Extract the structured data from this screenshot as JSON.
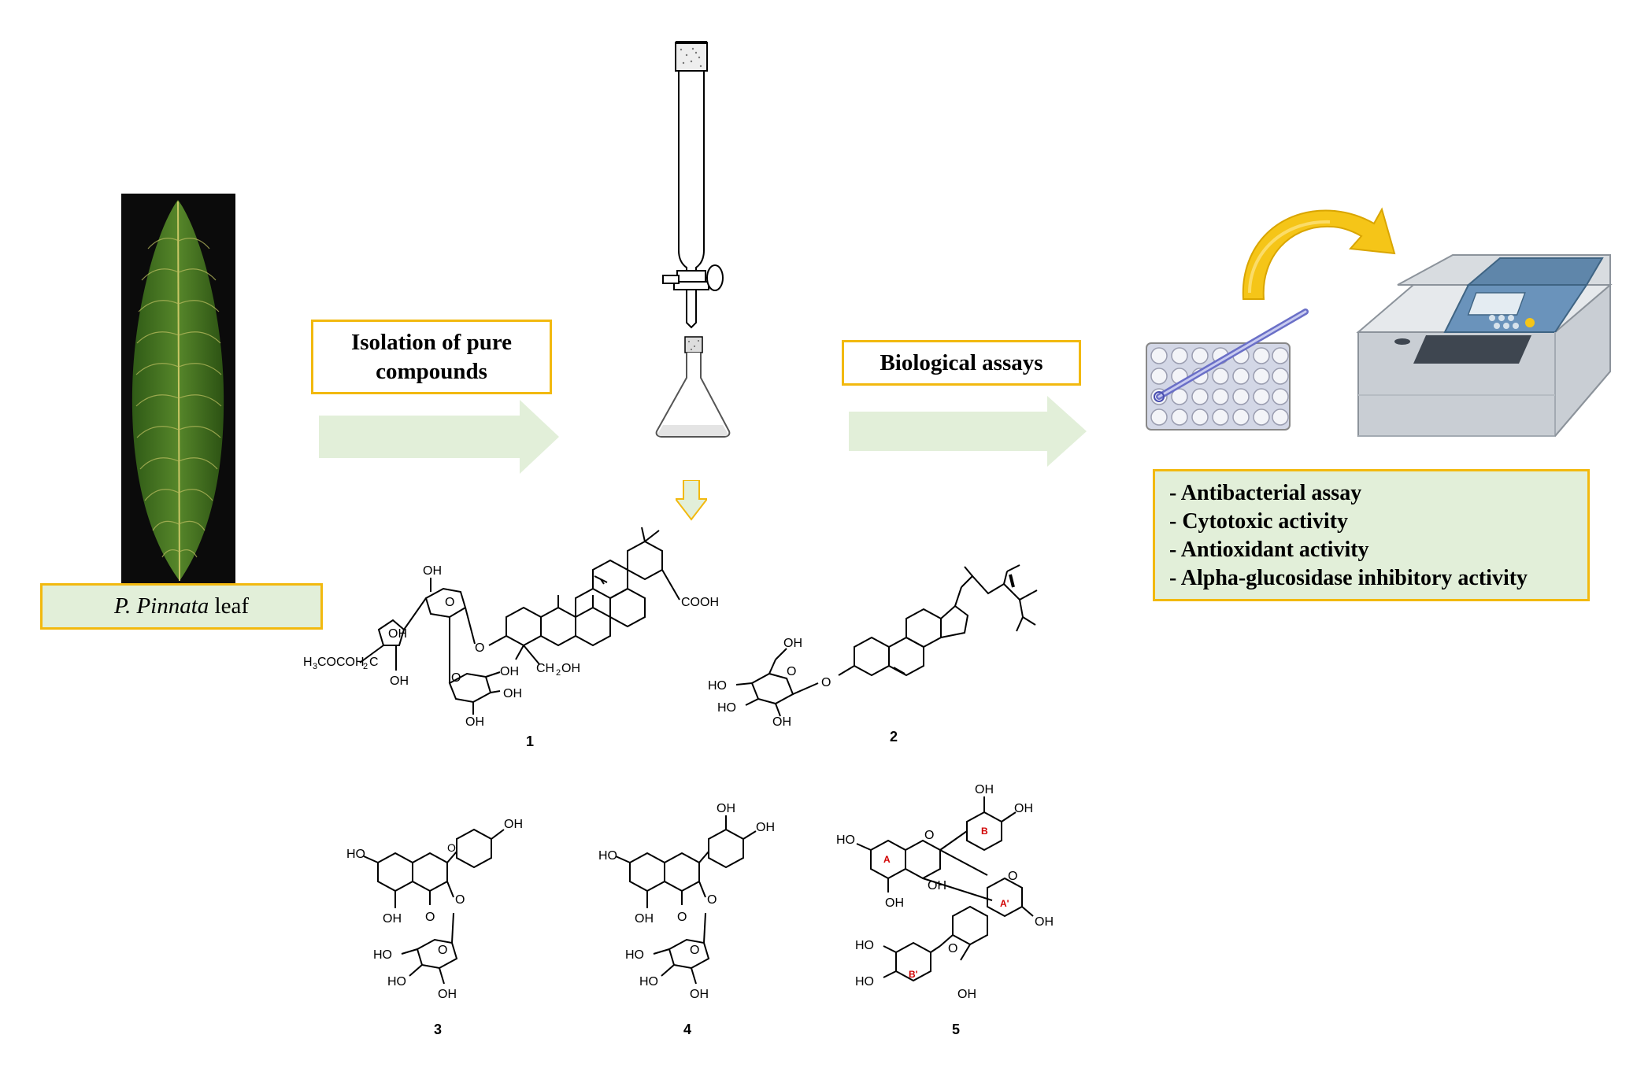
{
  "leaf_label": {
    "italic": "P. Pinnata",
    "normal": " leaf"
  },
  "step1_label_line1": "Isolation of pure",
  "step1_label_line2": "compounds",
  "step2_label": "Biological assays",
  "assays": [
    "- Antibacterial assay",
    "- Cytotoxic activity",
    "- Antioxidant activity",
    "- Alpha-glucosidase inhibitory activity"
  ],
  "compounds": [
    "1",
    "2",
    "3",
    "4",
    "5"
  ],
  "colors": {
    "box_border": "#f2b90f",
    "box_fill": "#e2efd9",
    "arrow_fill": "#e2efd9",
    "curved_arrow": "#f5c518",
    "leaf_green": "#3f6b1f"
  }
}
